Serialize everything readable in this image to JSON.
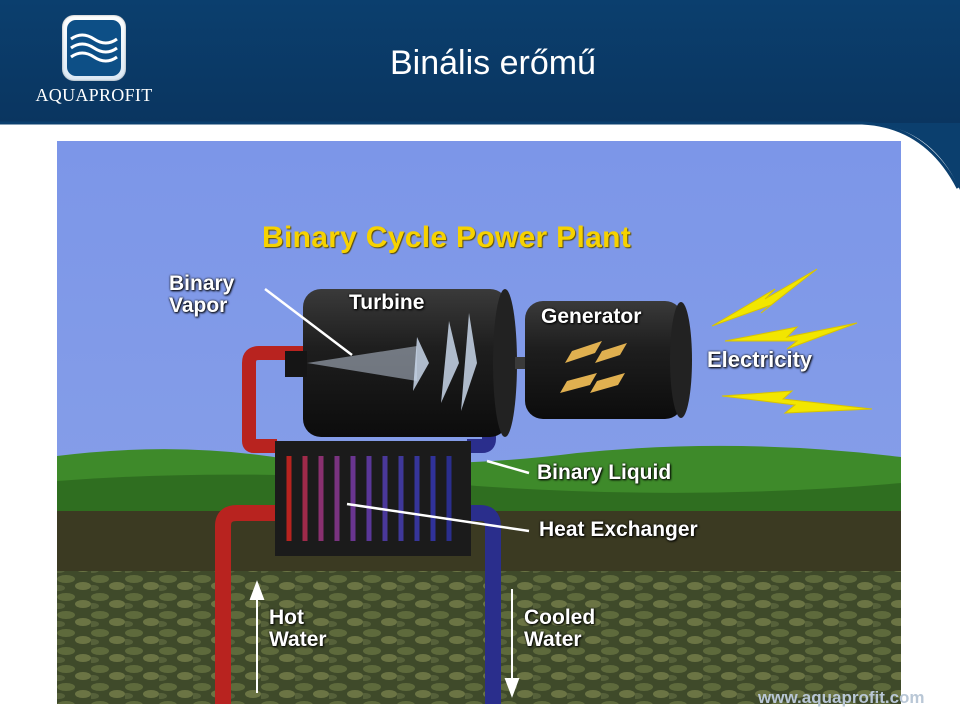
{
  "header": {
    "title": "Binális erőmű",
    "logo_text": "AQUAPROFIT",
    "bg_color": "#0b3f6e"
  },
  "diagram": {
    "title": "Binary Cycle Power Plant",
    "labels": {
      "binary_vapor": "Binary\nVapor",
      "turbine": "Turbine",
      "generator": "Generator",
      "electricity": "Electricity",
      "binary_liquid": "Binary Liquid",
      "heat_exchanger": "Heat Exchanger",
      "hot_water": "Hot\nWater",
      "cooled_water": "Cooled\nWater"
    },
    "colors": {
      "sky": "#7e97e6",
      "title": "#f6d200",
      "hot_pipe": "#b8231f",
      "cold_pipe": "#2a2e8c",
      "grass": "#3e8a2a",
      "lightning": "#f2e600"
    }
  },
  "footer": {
    "url": "www.aquaprofit.com"
  }
}
